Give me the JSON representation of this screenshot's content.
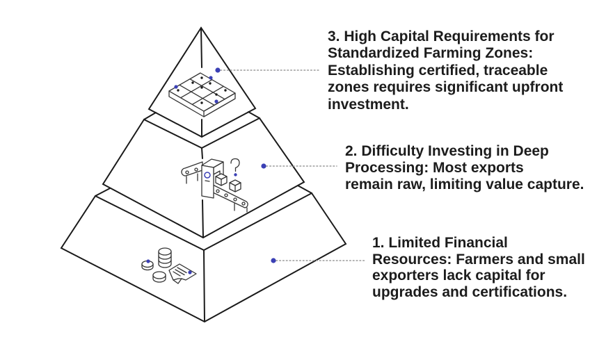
{
  "diagram": {
    "type": "pyramid",
    "tier_count": 3
  },
  "tiers": [
    {
      "level": 3,
      "icon": "farm-grid-icon",
      "lines": [
        "3. High Capital Requirements for",
        "Standardized Farming Zones:",
        "Establishing certified, traceable",
        "zones requires significant upfront",
        "investment."
      ]
    },
    {
      "level": 2,
      "icon": "conveyor-machine-icon",
      "lines": [
        "2. Difficulty Investing in Deep",
        "Processing: Most exports",
        "remain raw, limiting value capture."
      ]
    },
    {
      "level": 1,
      "icon": "coins-document-icon",
      "lines": [
        "1. Limited Financial",
        "Resources: Farmers and small",
        "exporters lack capital for",
        "upgrades and certifications."
      ]
    }
  ],
  "colors": {
    "accent": "#3b40b5",
    "outline": "#1a1a1a",
    "leader": "#9a9a9a",
    "text": "#1c1c1c",
    "background": "#ffffff"
  }
}
